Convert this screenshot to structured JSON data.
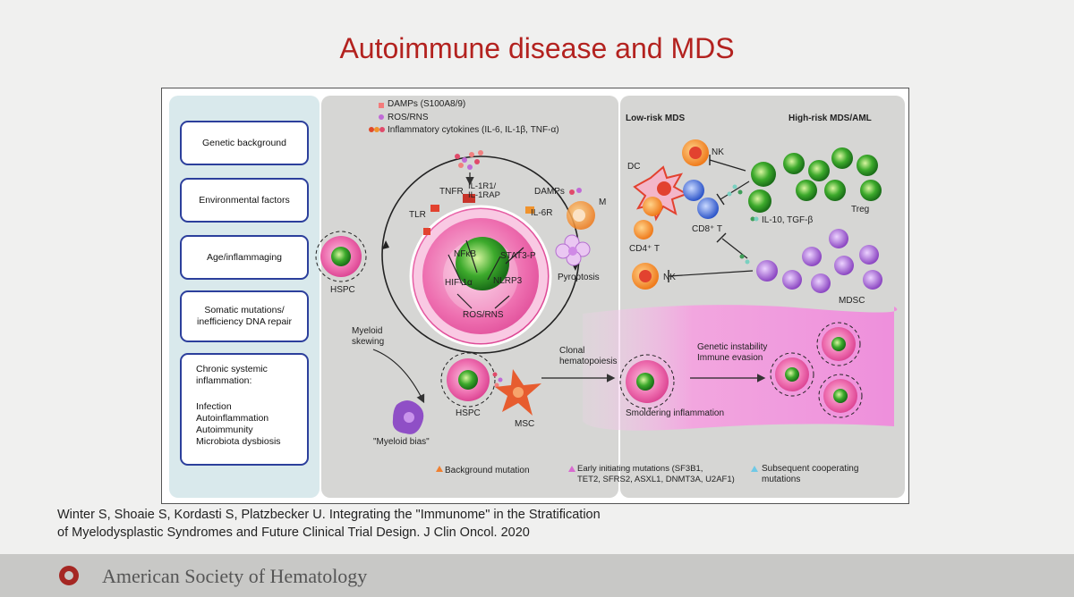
{
  "slide": {
    "title": "Autoimmune disease and MDS",
    "citation_line1": "Winter S, Shoaie S, Kordasti S, Platzbecker U. Integrating the \"Immunome\" in the Stratification",
    "citation_line2": "of Myelodysplastic Syndromes and Future Clinical Trial Design. J Clin Oncol. 2020",
    "footer_org": "American Society of Hematology"
  },
  "figure": {
    "left_boxes": {
      "genetic": "Genetic background",
      "environmental": "Environmental factors",
      "age": "Age/inflammaging",
      "somatic_1": "Somatic mutations/",
      "somatic_2": "inefficiency DNA repair",
      "chronic_1": "Chronic systemic",
      "chronic_2": "inflammation:",
      "chronic_items": [
        "Infection",
        "Autoinflammation",
        "Autoimmunity",
        "Microbiota dysbiosis"
      ]
    },
    "middle": {
      "damps": "DAMPs (S100A8/9)",
      "ros_legend": "ROS/RNS",
      "cytokines": "Inflammatory cytokines (IL-6, IL-1β, TNF-α)",
      "tnfr": "TNFR",
      "il1r1": "IL-1R1/",
      "il1rap": "IL-1RAP",
      "tlr": "TLR",
      "il6r": "IL-6R",
      "nfkb": "NFκB",
      "stat3": "STAT3-P",
      "hif": "HIF-1α",
      "nlrp3": "NLRP3",
      "ros": "ROS/RNS",
      "damps_up": "DAMPs",
      "m": "M",
      "pyroptosis": "Pyroptosis",
      "hspc_left": "HSPC",
      "myeloid_skewing_1": "Myeloid",
      "myeloid_skewing_2": "skewing",
      "clonal_1": "Clonal",
      "clonal_2": "hematopoiesis",
      "hspc_bottom": "HSPC",
      "msc": "MSC",
      "myeloid_bias": "\"Myeloid bias\""
    },
    "right": {
      "low_risk": "Low-risk MDS",
      "high_risk": "High-risk MDS/AML",
      "nk_top": "NK",
      "dc": "DC",
      "cd4": "CD4⁺ T",
      "cd8": "CD8⁺ T",
      "treg": "Treg",
      "il10": "IL-10, TGF-β",
      "nk_bottom": "NK",
      "mdsc": "MDSC",
      "genetic_instability": "Genetic instability",
      "immune_evasion": "Immune evasion",
      "smoldering": "Smoldering inflammation"
    },
    "legend": {
      "background": "Background mutation",
      "early_1": "Early initiating mutations (SF3B1,",
      "early_2": "TET2, SFRS2, ASXL1, DNMT3A, U2AF1)",
      "subsequent_1": "Subsequent cooperating",
      "subsequent_2": "mutations"
    }
  },
  "colors": {
    "title": "#b3221f",
    "box_border": "#2c3f9c",
    "pink": "#e8559f",
    "green": "#2d9a2a",
    "purple": "#9b59c7"
  }
}
